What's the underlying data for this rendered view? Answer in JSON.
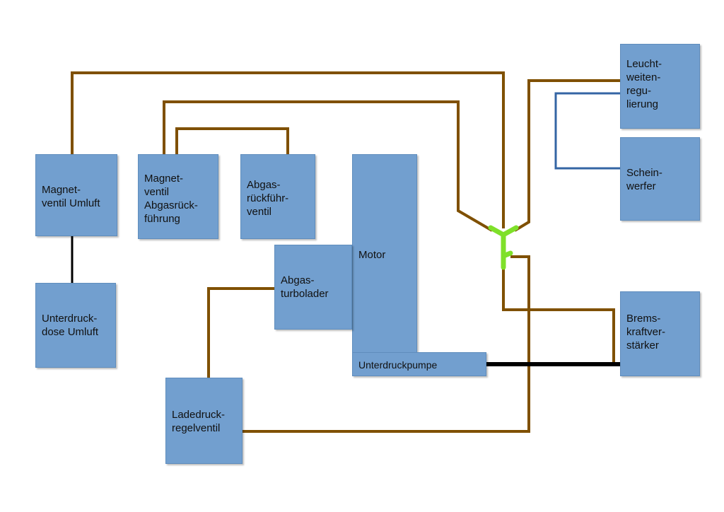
{
  "boxes": {
    "magnetventil_umluft": "Magnet-\nventil Umluft",
    "unterdruckdose_umluft": "Unterdruck-\ndose Umluft",
    "magnetventil_agr": "Magnet-\nventil\nAbgasrück-\nführung",
    "agr_ventil": "Abgas-\nrückführ-\nventil",
    "motor": "Motor",
    "turbolader": "Abgas-\nturbolader",
    "unterdruckpumpe": "Unterdruckpumpe",
    "ladedruckregelventil": "Ladedruck-\nregelventil",
    "leuchtweitenregulierung": "Leucht-\nweiten-\nregu-\nlierung",
    "scheinwerfer": "Schein-\nwerfer",
    "bremskraftverstaerker": "Brems-\nkraftver-\nstärker"
  },
  "colors": {
    "box_fill": "#729fcf",
    "vacuum_hose": "#7f5000",
    "electric_line": "#3465a4",
    "black_line": "#000000",
    "t_piece": "#7fe02a"
  }
}
